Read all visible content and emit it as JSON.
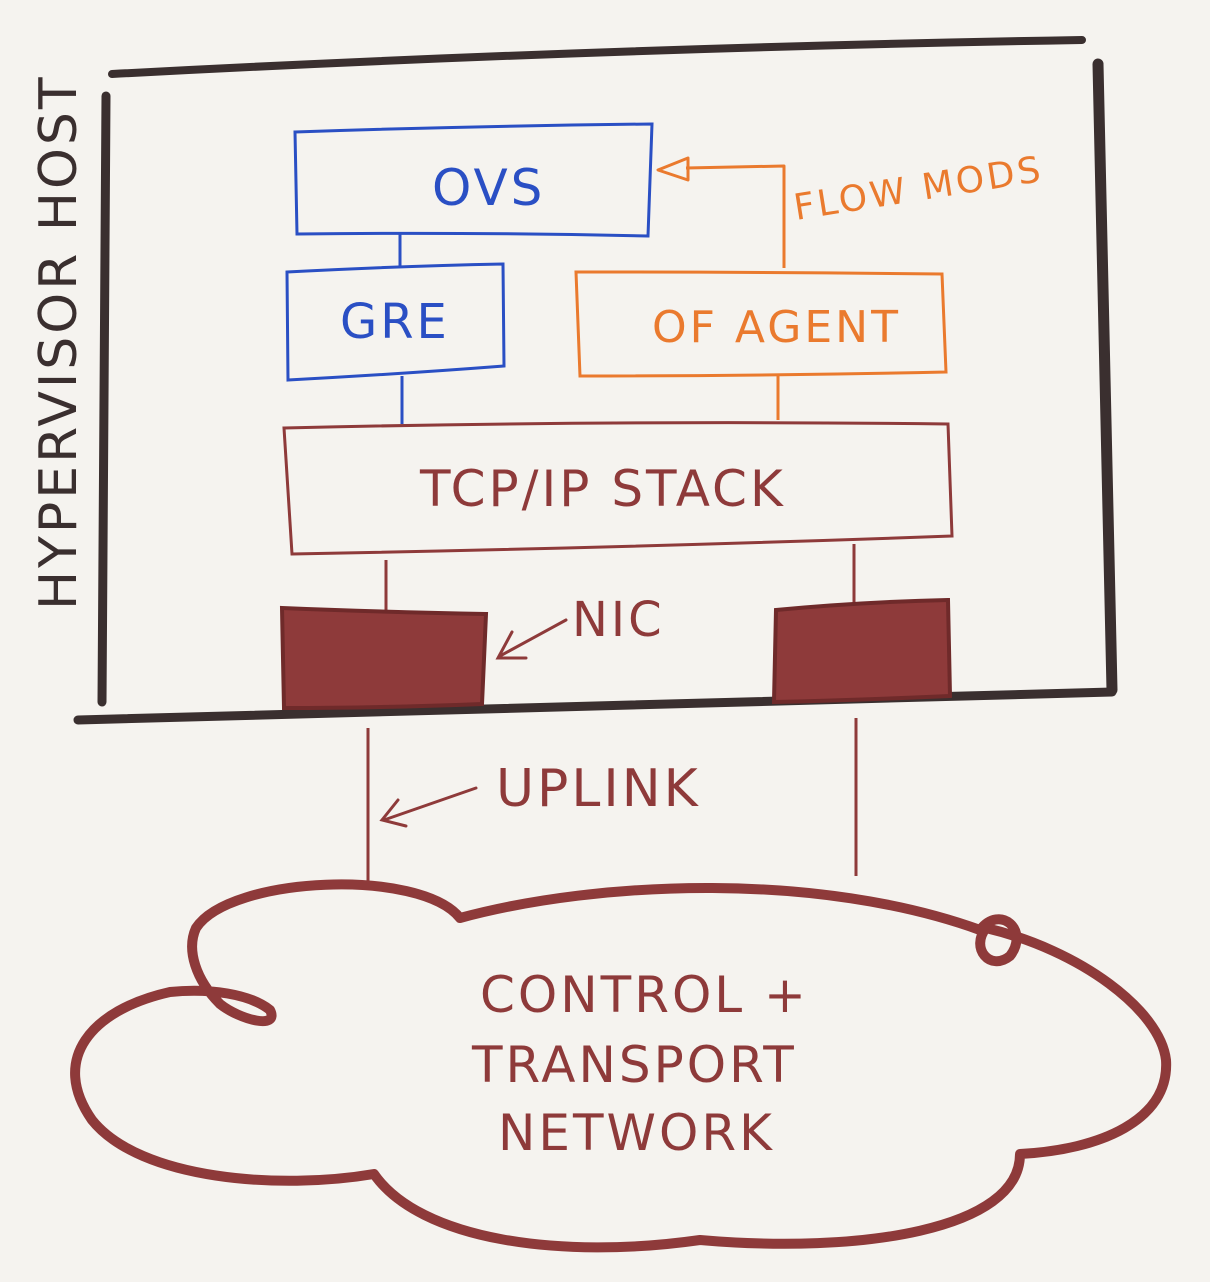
{
  "diagram": {
    "host_label": "HYPERVISOR HOST",
    "ovs_label": "OVS",
    "gre_label": "GRE",
    "of_agent_label": "OF AGENT",
    "flow_mods_label": "FLOW MODS",
    "tcpip_label": "TCP/IP STACK",
    "nic_label": "NIC",
    "uplink_label": "UPLINK",
    "network_label_line1": "CONTROL +",
    "network_label_line2": "TRANSPORT",
    "network_label_line3": "NETWORK"
  },
  "colors": {
    "blue": "#2a4fc4",
    "orange": "#ea7a2e",
    "red": "#8e3a3a",
    "dark": "#3a2f2f",
    "background": "#f5f3ef"
  }
}
